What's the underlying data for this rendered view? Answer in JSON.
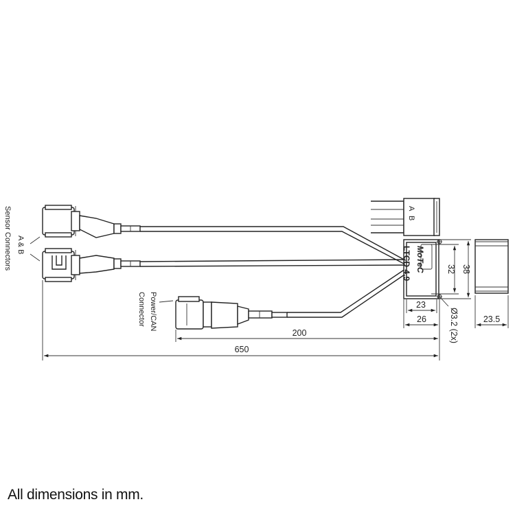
{
  "labels": {
    "sensor_connectors": [
      "A & B",
      "Sensor Connectors"
    ],
    "power_connector": [
      "Power/CAN",
      "Connector"
    ],
    "pin_a": "A",
    "pin_b": "B",
    "brand": "MoTeC",
    "model": "LTCD 4.9"
  },
  "dimensions": {
    "cable_650": "650",
    "cable_200": "200",
    "width_23": "23",
    "width_26": "26",
    "height_32": "32",
    "height_38": "38",
    "hole": "Ø3.2 (2x)",
    "depth": "23.5"
  },
  "note": "All dimensions in mm."
}
